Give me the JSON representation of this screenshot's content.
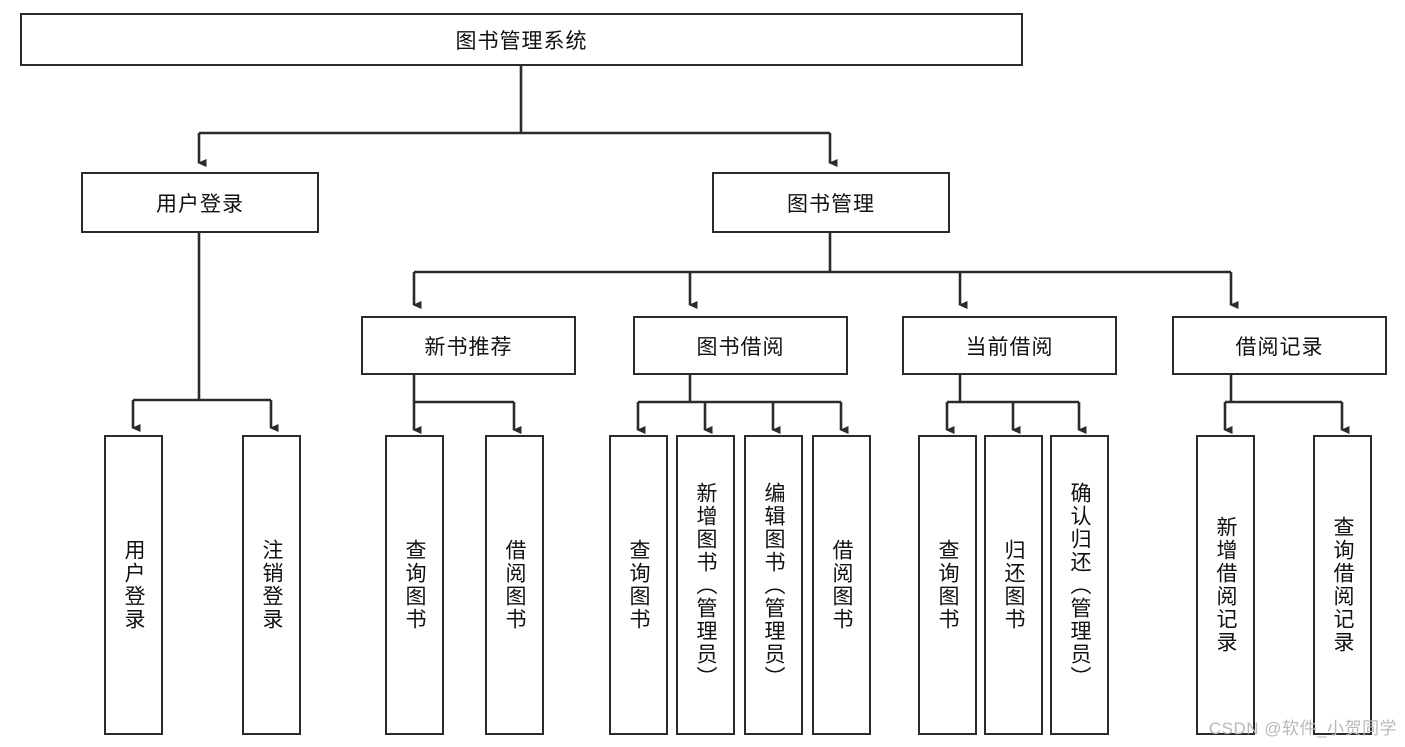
{
  "diagram": {
    "type": "tree-hierarchy-diagram",
    "title": "图书管理系统",
    "colors": {
      "stroke": "#2b2b2b",
      "fill": "#ffffff",
      "text": "#111111",
      "watermark": "#b9b9b9"
    },
    "root": {
      "label": "图书管理系统"
    },
    "level2": [
      {
        "label": "用户登录"
      },
      {
        "label": "图书管理"
      }
    ],
    "level3": [
      {
        "label": "新书推荐"
      },
      {
        "label": "图书借阅"
      },
      {
        "label": "当前借阅"
      },
      {
        "label": "借阅记录"
      }
    ],
    "leaves": {
      "user_login": [
        {
          "label": "用户登录"
        },
        {
          "label": "注销登录"
        }
      ],
      "new_book_recommend": [
        {
          "label": "查询图书"
        },
        {
          "label": "借阅图书"
        }
      ],
      "book_borrow": [
        {
          "label": "查询图书"
        },
        {
          "label": "新增图书（管理员）"
        },
        {
          "label": "编辑图书（管理员）"
        },
        {
          "label": "借阅图书"
        }
      ],
      "current_borrow": [
        {
          "label": "查询图书"
        },
        {
          "label": "归还图书"
        },
        {
          "label": "确认归还（管理员）"
        }
      ],
      "borrow_record": [
        {
          "label": "新增借阅记录"
        },
        {
          "label": "查询借阅记录"
        }
      ]
    }
  },
  "watermark": {
    "text": "CSDN @软件_小贺同学"
  }
}
